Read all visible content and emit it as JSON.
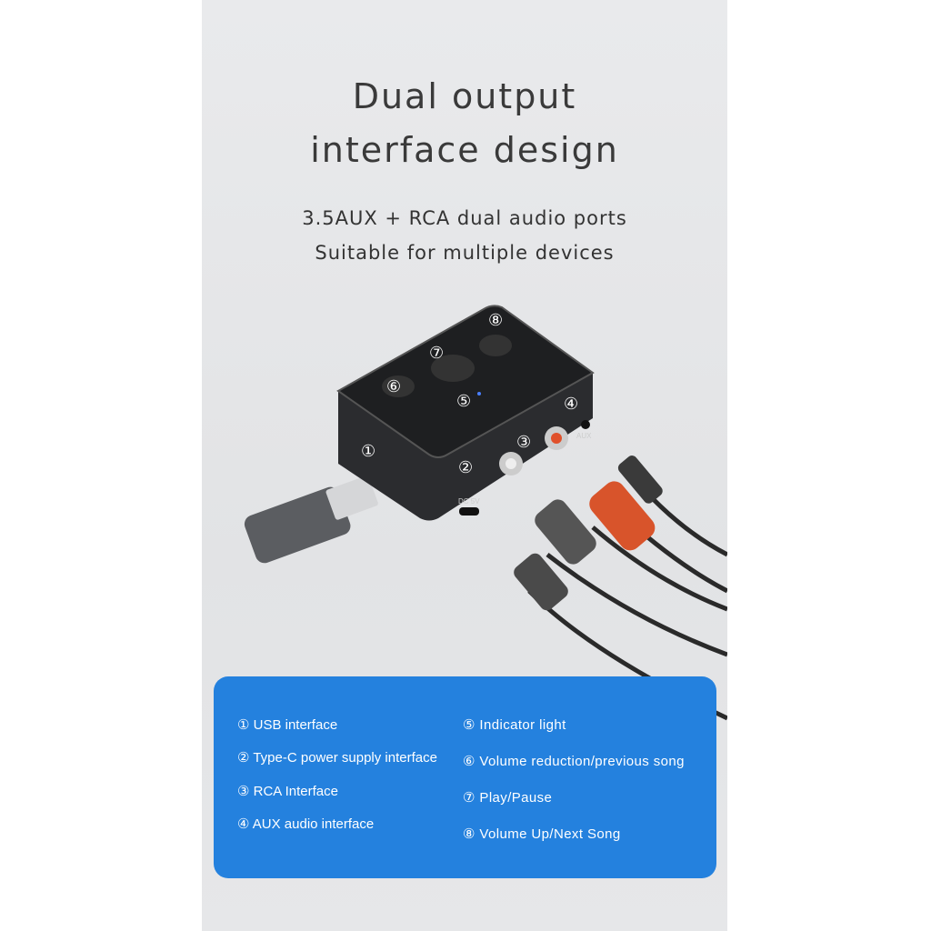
{
  "heading": {
    "line1": "Dual output",
    "line2": "interface design"
  },
  "subheading": {
    "line1": "3.5AUX + RCA dual audio ports",
    "line2": "Suitable for multiple devices"
  },
  "device_callouts": [
    "①",
    "②",
    "③",
    "④",
    "⑤",
    "⑥",
    "⑦",
    "⑧"
  ],
  "device_labels": {
    "dc": "DC 5V",
    "aux": "AUX"
  },
  "features": {
    "left": [
      "① USB interface",
      "② Type-C power supply interface",
      "③ RCA  Interface",
      "④ AUX audio interface"
    ],
    "right": [
      "⑤ Indicator light",
      "⑥ Volume reduction/previous song",
      "⑦ Play/Pause",
      "⑧ Volume Up/Next Song"
    ]
  },
  "colors": {
    "panel": "#2481de",
    "background": "#e4e5e7",
    "rca_red": "#e0502a"
  }
}
